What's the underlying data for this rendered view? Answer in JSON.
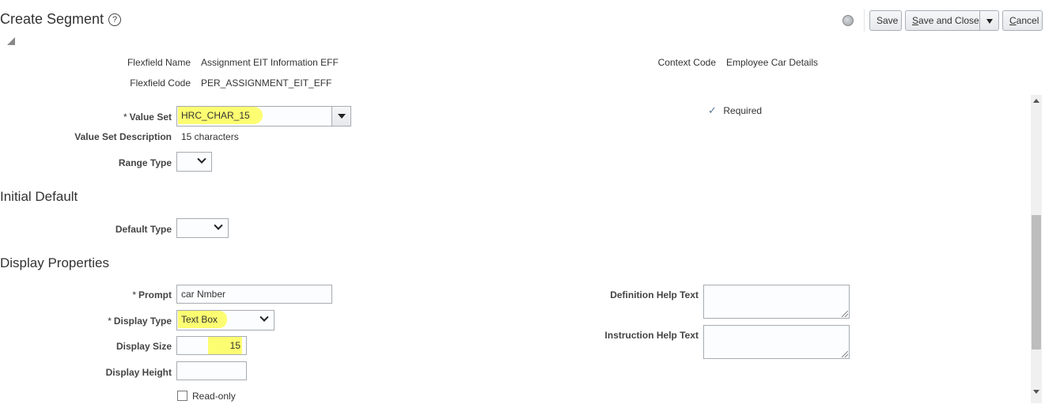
{
  "header": {
    "title": "Create Segment",
    "help_glyph": "?",
    "buttons": {
      "save": "Save",
      "save_and_close_prefix": "",
      "save_and_close_mnemonic": "S",
      "save_and_close_rest": "ave and Close",
      "cancel_mnemonic": "C",
      "cancel_rest": "ancel"
    }
  },
  "info": {
    "flexfield_name_label": "Flexfield Name",
    "flexfield_name_value": "Assignment EIT Information EFF",
    "flexfield_code_label": "Flexfield Code",
    "flexfield_code_value": "PER_ASSIGNMENT_EIT_EFF",
    "context_code_label": "Context Code",
    "context_code_value": "Employee Car Details"
  },
  "value_set": {
    "required_mark": "*",
    "label": "Value Set",
    "value": "HRC_CHAR_15",
    "description_label": "Value Set Description",
    "description_value": "15 characters",
    "range_type_label": "Range Type",
    "range_type_value": "",
    "required_check": "✓",
    "required_label": "Required"
  },
  "initial_default": {
    "section_title": "Initial Default",
    "default_type_label": "Default Type",
    "default_type_value": ""
  },
  "display_properties": {
    "section_title": "Display Properties",
    "prompt_label": "Prompt",
    "prompt_value": "car Nmber",
    "display_type_label": "Display Type",
    "display_type_value": "Text Box",
    "display_size_label": "Display Size",
    "display_size_value": "15",
    "display_height_label": "Display Height",
    "display_height_value": "",
    "read_only_label": "Read-only",
    "definition_help_label": "Definition Help Text",
    "instruction_help_label": "Instruction Help Text",
    "required_mark": "*"
  },
  "colors": {
    "highlight": "#fdfd72",
    "scroll_thumb": "#bdbdbd"
  }
}
